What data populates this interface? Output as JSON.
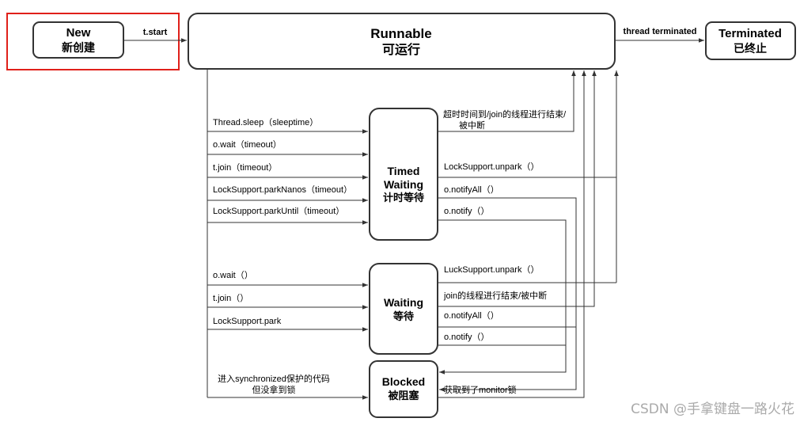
{
  "states": {
    "new": {
      "en": "New",
      "zh": "新创建"
    },
    "runnable": {
      "en": "Runnable",
      "zh": "可运行"
    },
    "terminated": {
      "en": "Terminated",
      "zh": "已终止"
    },
    "timed_waiting": {
      "line1": "Timed",
      "line2": "Waiting",
      "line3": "计时等待"
    },
    "waiting": {
      "en": "Waiting",
      "zh": "等待"
    },
    "blocked": {
      "en": "Blocked",
      "zh": "被阻塞"
    }
  },
  "highlight_color": "#e0201a",
  "transitions": {
    "start": "t.start",
    "terminate": "thread terminated",
    "timed_in": [
      "Thread.sleep（sleeptime）",
      "o.wait（timeout）",
      "t.join（timeout）",
      "LockSupport.parkNanos（timeout）",
      "LockSupport.parkUntil（timeout）"
    ],
    "timed_out_timeout": [
      "超时时间到/join的线程进行结束/",
      "被中断"
    ],
    "timed_out": [
      "LockSupport.unpark（）",
      "o.notifyAll（）",
      "o.notify（）"
    ],
    "waiting_in": [
      "o.wait（）",
      "t.join（）",
      "LockSupport.park"
    ],
    "waiting_out": [
      "LuckSupport.unpark（）",
      "join的线程进行结束/被中断",
      "o.notifyAll（）",
      "o.notify（）"
    ],
    "blocked_in": [
      "进入synchronized保护的代码",
      "但没拿到锁"
    ],
    "blocked_out": "获取到了monitor锁"
  },
  "watermark": "CSDN @手拿键盘一路火花"
}
